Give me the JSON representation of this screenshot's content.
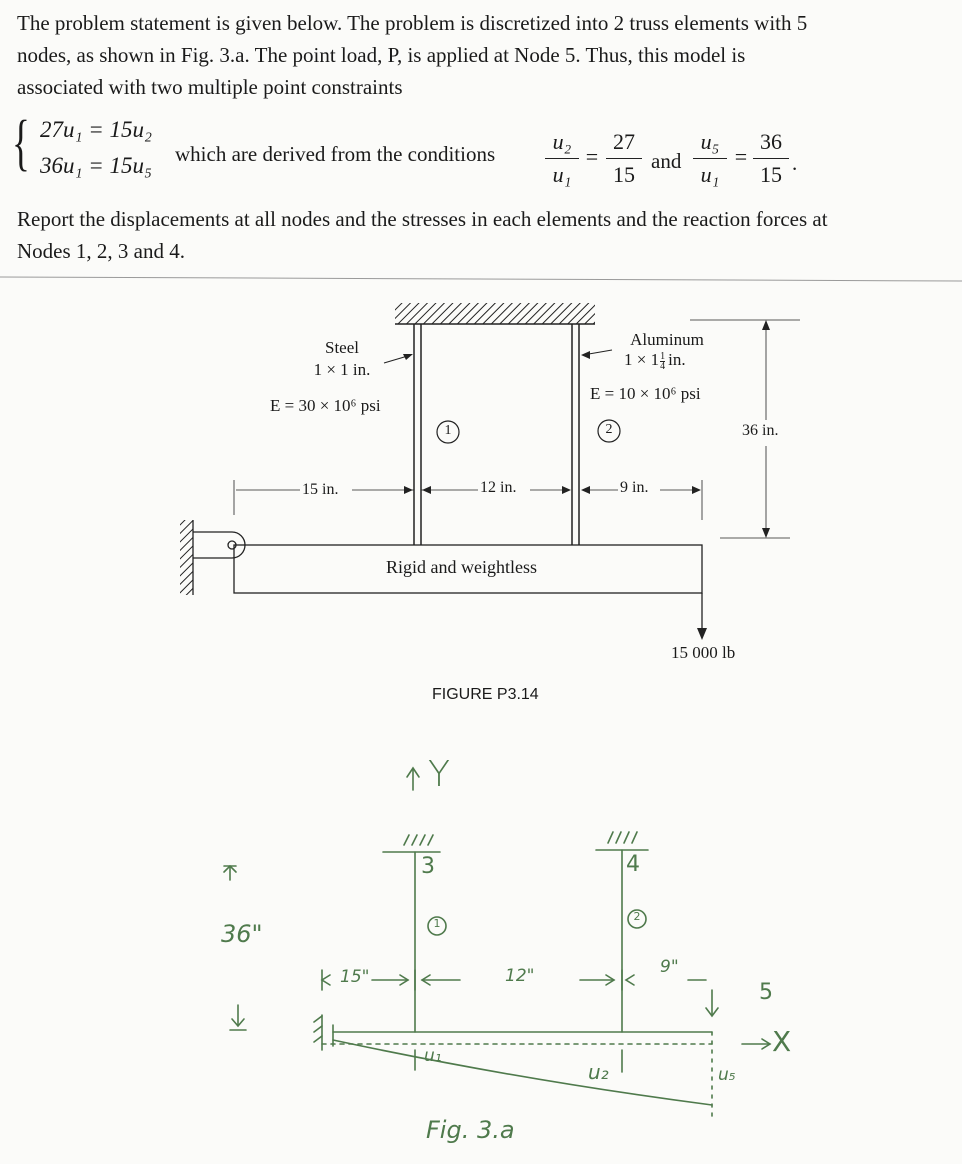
{
  "statement": {
    "line1": "The problem statement is given below. The problem is discretized into 2 truss elements with 5",
    "line2": "nodes, as shown in Fig. 3.a. The point load, P, is applied at Node 5. Thus, this model is",
    "line3": "associated with two multiple point constraints"
  },
  "constraints": {
    "eq1": "27u₁ = 15u₂",
    "eq2": "36u₁ = 15u₅",
    "text_before": "which are derived from the conditions",
    "frac1_num": "u₂",
    "frac1_den": "u₁",
    "eq_sign": "=",
    "frac2_num": "27",
    "frac2_den": "15",
    "and_word": "and",
    "frac3_num": "u₅",
    "frac3_den": "u₁",
    "frac4_num": "36",
    "frac4_den": "15",
    "end_period": "."
  },
  "report": {
    "line1": "Report the displacements at all nodes and the stresses in each elements and the reaction forces at",
    "line2": "Nodes 1, 2, 3 and 4."
  },
  "figure_p314": {
    "steel_label": "Steel",
    "steel_size": "1 × 1 in.",
    "steel_modulus": "E = 30 × 10⁶ psi",
    "element1_marker": "1",
    "aluminum_label": "Aluminum",
    "aluminum_size_prefix": "1 × 1",
    "aluminum_size_frac_num": "1",
    "aluminum_size_frac_den": "4",
    "aluminum_size_suffix": "in.",
    "aluminum_modulus": "E = 10 × 10⁶ psi",
    "element2_marker": "2",
    "height_dim": "36 in.",
    "dim_15": "15 in.",
    "dim_12": "12 in.",
    "dim_9": "9 in.",
    "beam_label": "Rigid and weightless",
    "load_label": "15 000 lb",
    "caption": "FIGURE P3.14"
  },
  "figure_3a": {
    "y_axis": "Y",
    "x_axis": "X",
    "node3": "3",
    "node4": "4",
    "node5": "5",
    "elem1": "1",
    "elem2": "2",
    "dim_height": "36\"",
    "dim_15": "15\"",
    "dim_12": "12\"",
    "dim_9": "9\"",
    "u1": "u₁",
    "u2": "u₂",
    "u5": "u₅",
    "caption": "Fig. 3.a"
  }
}
